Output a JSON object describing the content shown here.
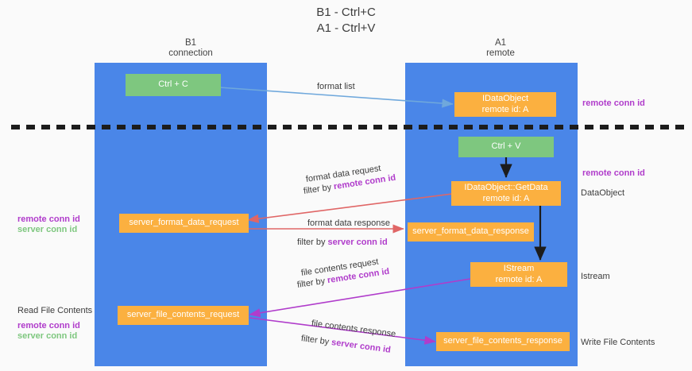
{
  "diagram": {
    "title_line1": "B1 - Ctrl+C",
    "title_line2": "A1 - Ctrl+V",
    "background": "#fafafa",
    "lane_color": "#4a86e8",
    "green": "#7ec77f",
    "orange": "#fbb040",
    "purple": "#b03ccb"
  },
  "lanes": [
    {
      "id": "b1",
      "title": "B1",
      "subtitle": "connection"
    },
    {
      "id": "a1",
      "title": "A1",
      "subtitle": "remote"
    }
  ],
  "nodes": {
    "ctrl_c": {
      "line1": "Ctrl + C",
      "line2": ""
    },
    "idataobject": {
      "line1": "IDataObject",
      "line2": "remote id: A"
    },
    "ctrl_v": {
      "line1": "Ctrl + V",
      "line2": ""
    },
    "getdata": {
      "line1": "IDataObject::GetData",
      "line2": "remote id: A"
    },
    "fmt_request": {
      "line1": "server_format_data_request",
      "line2": ""
    },
    "fmt_response": {
      "line1": "server_format_data_response",
      "line2": ""
    },
    "istream": {
      "line1": "IStream",
      "line2": "remote id: A"
    },
    "file_request": {
      "line1": "server_file_contents_request",
      "line2": ""
    },
    "file_response": {
      "line1": "server_file_contents_response",
      "line2": ""
    }
  },
  "edge_labels": {
    "format_list": "format list",
    "format_data_request": "format data request",
    "format_data_request_filter_prefix": "filter by ",
    "format_data_request_filter_key": "remote conn id",
    "format_data_response": "format data response",
    "format_data_response_filter_prefix": "filter by ",
    "format_data_response_filter_key": "server conn id",
    "file_contents_request": "file contents request",
    "file_contents_request_filter_prefix": "filter by ",
    "file_contents_request_filter_key": "remote conn id",
    "file_contents_response": "file contents response",
    "file_contents_response_filter_prefix": "filter by ",
    "file_contents_response_filter_key": "server conn id"
  },
  "side_labels": {
    "right_remote_conn_id_top": "remote conn id",
    "right_remote_conn_id_mid": "remote conn id",
    "right_dataobject": "DataObject",
    "right_istream": "Istream",
    "right_write_file_contents": "Write File Contents",
    "left_remote_conn_id": "remote conn id",
    "left_server_conn_id": "server conn id",
    "left_read_file_contents": "Read File Contents",
    "left_remote_conn_id_2": "remote conn id",
    "left_server_conn_id_2": "server conn id"
  }
}
